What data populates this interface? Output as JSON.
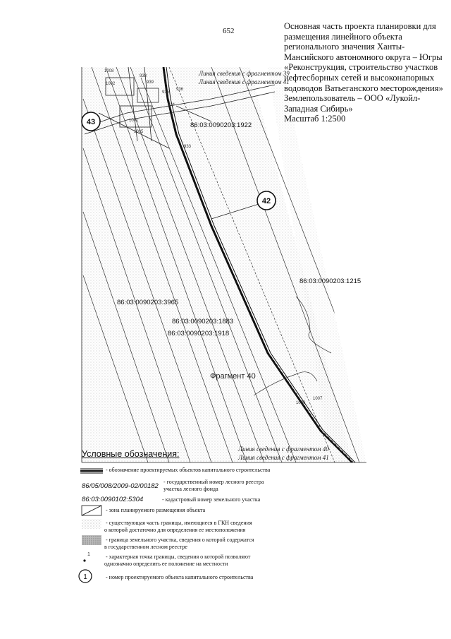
{
  "page_number": "652",
  "title_lines": [
    "Основная часть проекта планировки для",
    "размещения линейного объекта",
    "регионального значения Ханты-",
    "Мансийского автономного округа – Югры",
    "«Реконструкция, строительство участков",
    "нефтесборных сетей и высоконапорных",
    "водоводов Ватьеганского месторождения»",
    "Землепользователь – ООО «Лукойл-",
    "Западная Сибирь»",
    "Масштаб 1:2500"
  ],
  "map": {
    "parcel_labels": [
      "86:03:0090203:1922",
      "86:03:0090203:1215",
      "86:03:0090203:3965",
      "86:03:0090203:1883",
      "86:03:0090203:1918"
    ],
    "fragment_label": "Фрагмент 40",
    "link_lines": [
      "Линия сведения с фрагментом 39",
      "Линия сведения с фрагментом 41",
      "Линия сведения с фрагментом 40",
      "Линия сведения с фрагментом 41"
    ],
    "object_numbers": [
      "43",
      "42"
    ],
    "point_labels": [
      "1008",
      "1002",
      "1001",
      "1005",
      "1006",
      "1007",
      "933",
      "934",
      "935",
      "936",
      "938",
      "939"
    ]
  },
  "legend": {
    "title": "Условные обозначения:",
    "items": [
      {
        "code": "",
        "lines": [
          "- обозначение проектируемых объектов капитального строительства"
        ]
      },
      {
        "code": "86/05/008/2009-02/00182",
        "lines": [
          "- государственный номер лесного реестра",
          "участка лесного фонда"
        ]
      },
      {
        "code": "86:03:0090102:5304",
        "lines": [
          "- кадастровый номер земельного участка"
        ]
      },
      {
        "code": "",
        "lines": [
          "- зона планируемого размещения объекта"
        ]
      },
      {
        "code": "",
        "lines": [
          "- существующая часть границы, имеющиеся в ГКН сведения",
          "о которой достаточно для определения ее местоположения"
        ]
      },
      {
        "code": "",
        "lines": [
          "- граница земельного участка, сведения о которой содержатся",
          "в государственном лесном реестре"
        ]
      },
      {
        "code": "",
        "lines": [
          "- характерная точка границы, сведения о которой позволяют",
          "однозначно определить ее положение на местности"
        ]
      },
      {
        "code": "",
        "lines": [
          "- номер проектируемого объекта капитального строительства"
        ]
      }
    ],
    "point_symbol_label": "1",
    "circle_symbol_label": "1"
  }
}
